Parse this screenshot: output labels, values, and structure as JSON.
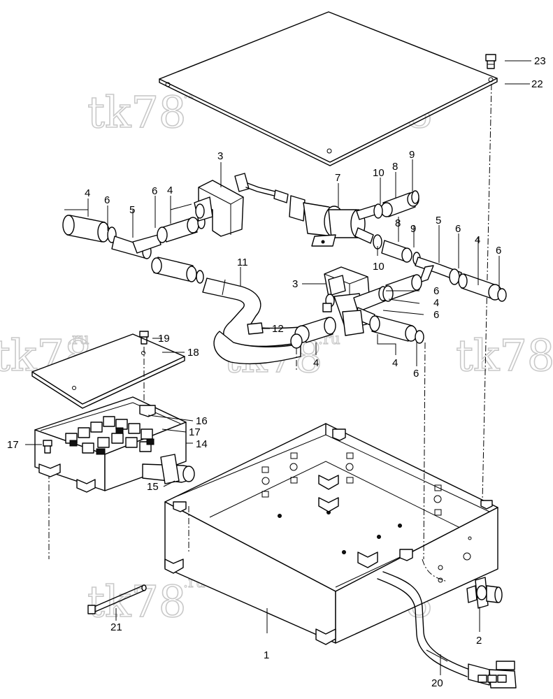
{
  "watermark": {
    "text": "tk78",
    "suffix": ".ru"
  },
  "callouts": {
    "c1": "1",
    "c2": "2",
    "c3a": "3",
    "c3b": "3",
    "c4a": "4",
    "c4b": "4",
    "c4c": "4",
    "c4d": "4",
    "c4e": "4",
    "c4f": "4",
    "c5a": "5",
    "c5b": "5",
    "c6a": "6",
    "c6b": "6",
    "c6c": "6",
    "c6d": "6",
    "c6e": "6",
    "c6f": "6",
    "c6g": "6",
    "c7": "7",
    "c8a": "8",
    "c8b": "8",
    "c9a": "9",
    "c9b": "9",
    "c10a": "10",
    "c10b": "10",
    "c11": "11",
    "c12": "12",
    "c14": "14",
    "c15": "15",
    "c16": "16",
    "c17a": "17",
    "c17b": "17",
    "c18": "18",
    "c19": "19",
    "c20": "20",
    "c21": "21",
    "c22": "22",
    "c23": "23"
  }
}
